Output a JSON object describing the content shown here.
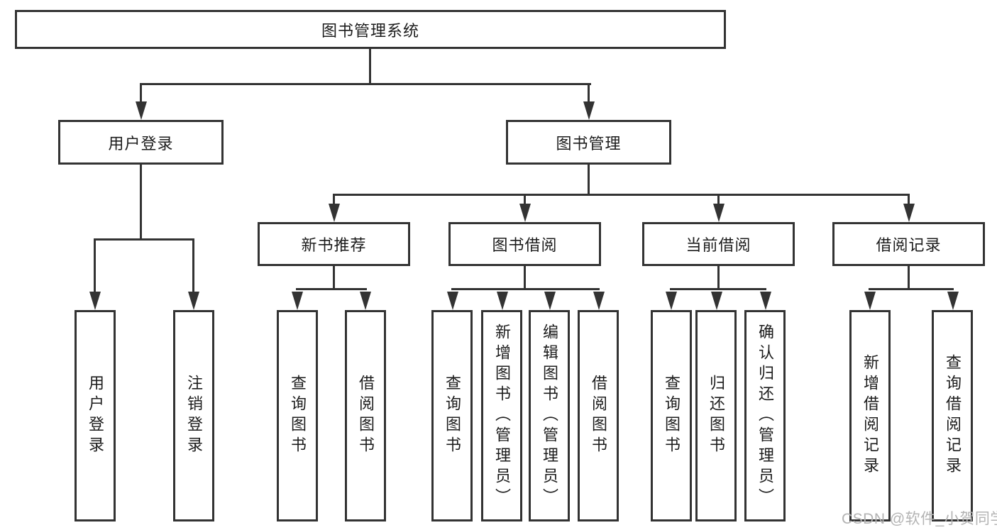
{
  "diagram": {
    "root": {
      "label": "图书管理系统"
    },
    "level2": [
      {
        "label": "用户登录"
      },
      {
        "label": "图书管理"
      }
    ],
    "level3": [
      {
        "label": "新书推荐"
      },
      {
        "label": "图书借阅"
      },
      {
        "label": "当前借阅"
      },
      {
        "label": "借阅记录"
      }
    ],
    "leaves": [
      {
        "label": "用户登录"
      },
      {
        "label": "注销登录"
      },
      {
        "label": "查询图书"
      },
      {
        "label": "借阅图书"
      },
      {
        "label": "查询图书"
      },
      {
        "label": "新增图书（管理员）"
      },
      {
        "label": "编辑图书（管理员）"
      },
      {
        "label": "借阅图书"
      },
      {
        "label": "查询图书"
      },
      {
        "label": "归还图书"
      },
      {
        "label": "确认归还（管理员）"
      },
      {
        "label": "新增借阅记录"
      },
      {
        "label": "查询借阅记录"
      }
    ],
    "colors": {
      "line": "#333333",
      "box_border": "#333333",
      "text": "#1c1c1c",
      "background": "#ffffff",
      "watermark": "#b3b3b3"
    }
  },
  "watermark": {
    "text": "CSDN @软件_小贺同学"
  }
}
